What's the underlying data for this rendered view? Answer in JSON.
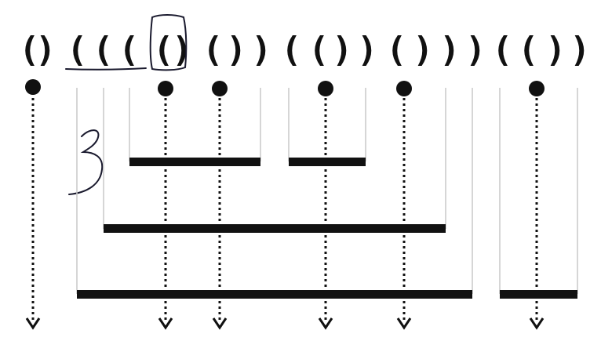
{
  "sequence": [
    "(",
    ")",
    "(",
    "(",
    "(",
    "(",
    ")",
    "(",
    ")",
    ")",
    "(",
    "(",
    ")",
    ")",
    "(",
    ")",
    ")",
    ")",
    "(",
    "(",
    ")",
    ")"
  ],
  "highlighted_index": 5,
  "underlined_range": [
    2,
    4
  ],
  "handwritten_note": "3",
  "depth_levels": 3,
  "colors": {
    "ink": "#111111",
    "guide_line": "#c8c8c8",
    "annotation": "#1a1a2e"
  },
  "icons": {
    "dot": "filled-circle",
    "arrow": "dotted-down-arrow"
  }
}
